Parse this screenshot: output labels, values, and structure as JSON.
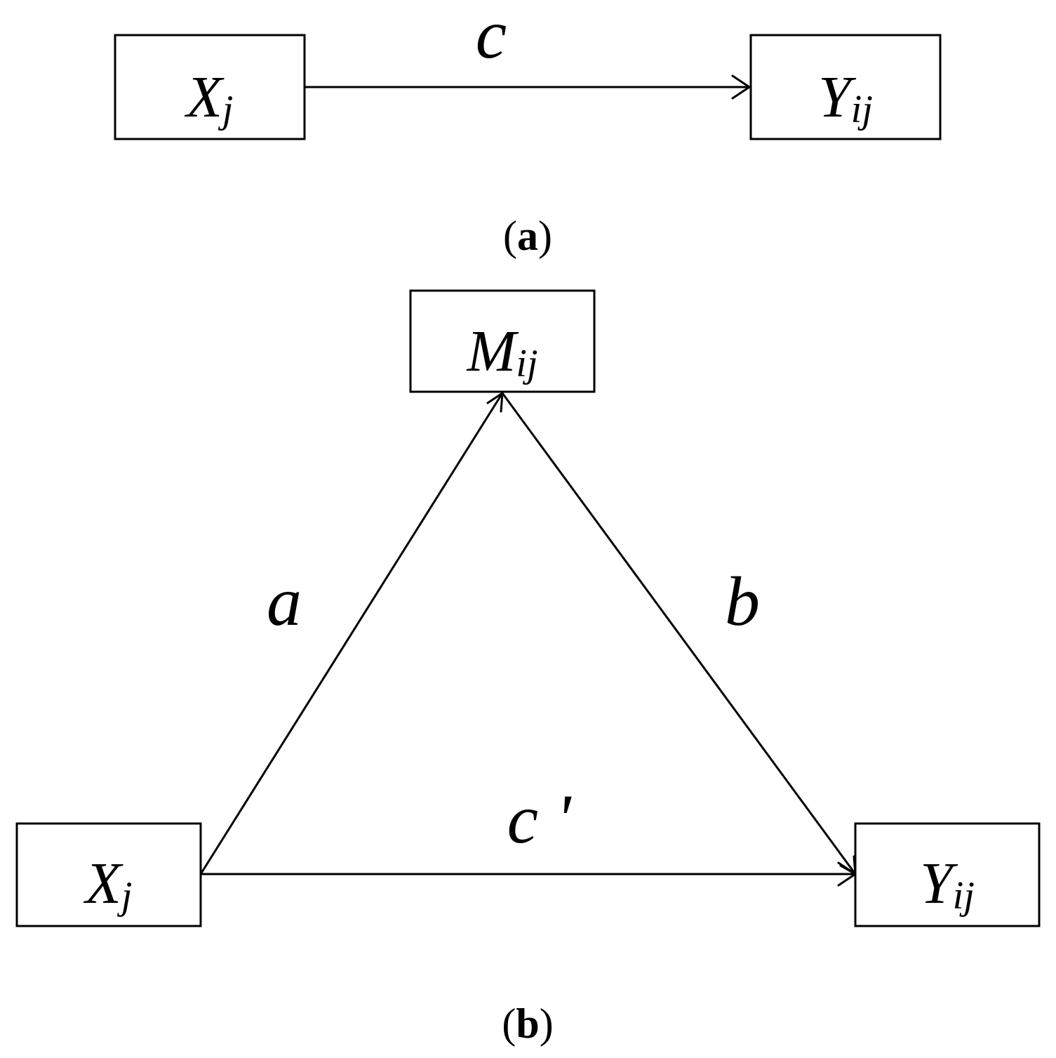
{
  "panel_a": {
    "caption_open": "(",
    "caption_letter": "a",
    "caption_close": ")",
    "nodes": {
      "x": {
        "main": "X",
        "sub": "j"
      },
      "y": {
        "main": "Y",
        "sub": "ij"
      }
    },
    "edges": {
      "x_to_y": {
        "label": "c"
      }
    }
  },
  "panel_b": {
    "caption_open": "(",
    "caption_letter": "b",
    "caption_close": ")",
    "nodes": {
      "m": {
        "main": "M",
        "sub": "ij"
      },
      "x": {
        "main": "X",
        "sub": "j"
      },
      "y": {
        "main": "Y",
        "sub": "ij"
      }
    },
    "edges": {
      "x_to_m": {
        "label": "a"
      },
      "m_to_y": {
        "label": "b"
      },
      "x_to_y": {
        "label": "c '"
      }
    }
  }
}
